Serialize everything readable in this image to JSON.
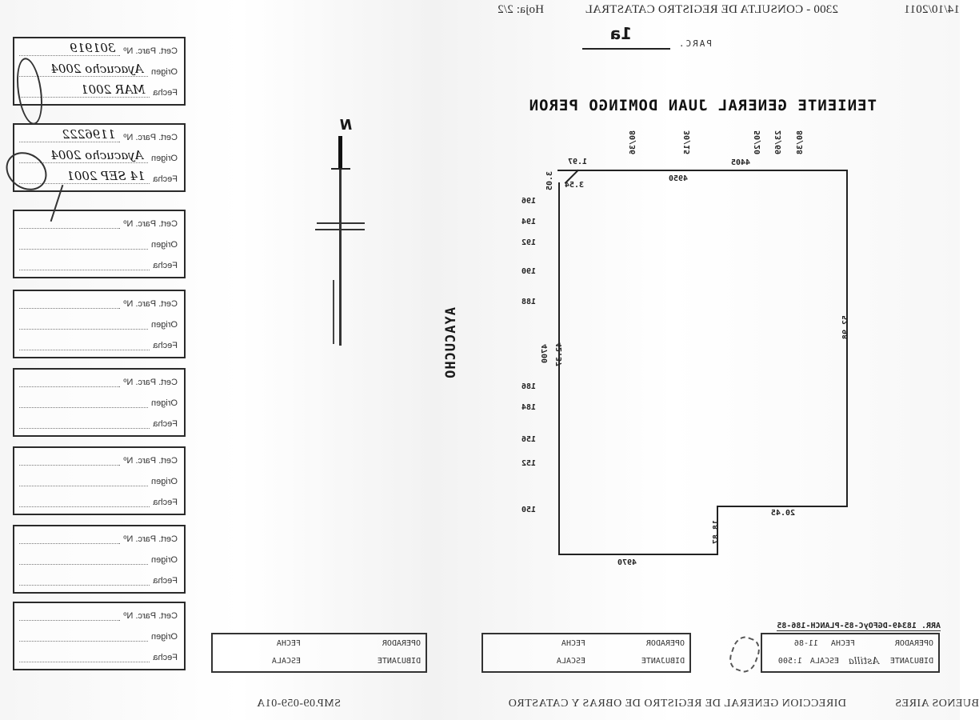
{
  "header": {
    "date": "14/10/2011",
    "title": "2300 - CONSULTA DE REGISTRO CATASTRAL",
    "page": "Hoja: 2/2"
  },
  "parcel": {
    "label": "PARC.",
    "value": "1a"
  },
  "streets": {
    "top": "TENIENTE GENERAL JUAN DOMINGO PERON",
    "side": "AYACUCHO"
  },
  "north_arrow": {
    "label": "N"
  },
  "plot": {
    "top_dimensions": [
      "80/38",
      "23/69",
      "50/20",
      "30/15",
      "80/36"
    ],
    "top_edge": "4950",
    "top_edge_outer": "4405",
    "corner": {
      "chamfer_h": "1.97",
      "chamfer_v": "3.05",
      "chamfer_diag": "3.54"
    },
    "left_edge": "42.37",
    "left_edge_outer": "4700",
    "right_edge": "52.98",
    "bottom_edge": "4970",
    "step_edge_h": "20.45",
    "step_edge_v": "18.87",
    "side_numbers": [
      "196",
      "194",
      "192",
      "190",
      "188",
      "186",
      "184",
      "156",
      "152",
      "150"
    ]
  },
  "certificates": [
    {
      "label_num": "Cert. Parc. Nº",
      "label_origin": "Origen",
      "label_date": "Fecha",
      "num": "301919",
      "origin": "Ayacucho 2004",
      "date": "MAR 2001"
    },
    {
      "label_num": "Cert. Parc. Nº",
      "label_origin": "Origen",
      "label_date": "Fecha",
      "num": "1196222",
      "origin": "Ayacucho 2004",
      "date": "14 SEP 2001"
    },
    {
      "label_num": "Cert. Parc. Nº",
      "label_origin": "Origen",
      "label_date": "Fecha",
      "num": "",
      "origin": "",
      "date": ""
    },
    {
      "label_num": "Cert. Parc. Nº",
      "label_origin": "Origen",
      "label_date": "Fecha",
      "num": "",
      "origin": "",
      "date": ""
    },
    {
      "label_num": "Cert. Parc. Nº",
      "label_origin": "Origen",
      "label_date": "Fecha",
      "num": "",
      "origin": "",
      "date": ""
    },
    {
      "label_num": "Cert. Parc. Nº",
      "label_origin": "Origen",
      "label_date": "Fecha",
      "num": "",
      "origin": "",
      "date": ""
    },
    {
      "label_num": "Cert. Parc. Nº",
      "label_origin": "Origen",
      "label_date": "Fecha",
      "num": "",
      "origin": "",
      "date": ""
    },
    {
      "label_num": "Cert. Parc. Nº",
      "label_origin": "Origen",
      "label_date": "Fecha",
      "num": "",
      "origin": "",
      "date": ""
    }
  ],
  "title_blocks": {
    "main": {
      "ref": "ARR. 18349-DGFOyC-85-PLANCH-186-85",
      "operator_label": "OPERADOR",
      "date_label": "FECHA",
      "date_value": "11-86",
      "draftsman_label": "DIBUJANTE",
      "draftsman_value": "Astilla",
      "scale_label": "ESCALA",
      "scale_value": "1:500"
    },
    "middle": {
      "operator_label": "OPERADOR",
      "date_label": "FECHA",
      "draftsman_label": "DIBUJANTE",
      "scale_label": "ESCALA"
    },
    "left": {
      "operator_label": "OPERADOR",
      "date_label": "FECHA",
      "draftsman_label": "DIBUJANTE",
      "scale_label": "ESCALA"
    }
  },
  "footer": {
    "city": "BUENOS AIRES",
    "agency": "DIRECCION GENERAL DE REGISTRO DE OBRAS Y CATASTRO",
    "code": "SMP.09-059-01A"
  }
}
